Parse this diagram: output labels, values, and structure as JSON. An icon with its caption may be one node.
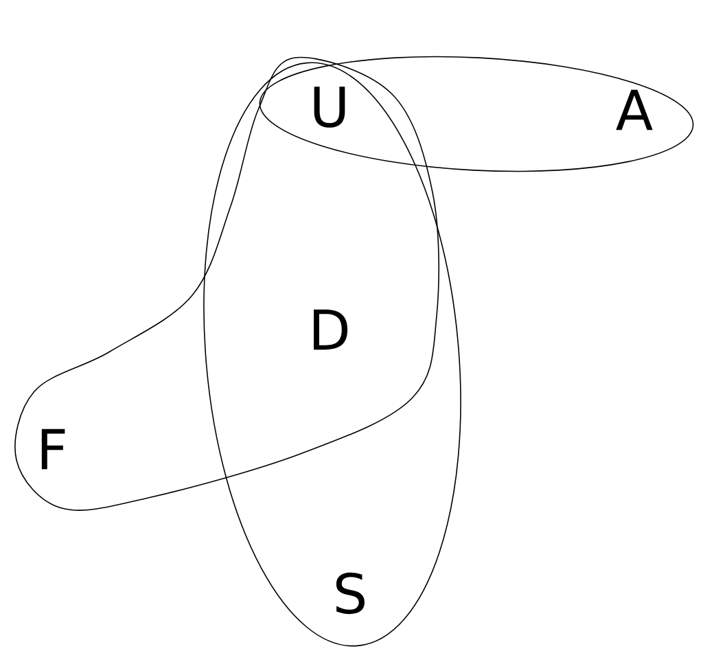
{
  "diagram": {
    "nodes": [
      {
        "text": [
          "A"
        ]
      },
      {
        "text": [
          "S"
        ]
      },
      {
        "text": [
          "F"
        ]
      }
    ],
    "labels": [
      "U",
      "D"
    ]
  }
}
